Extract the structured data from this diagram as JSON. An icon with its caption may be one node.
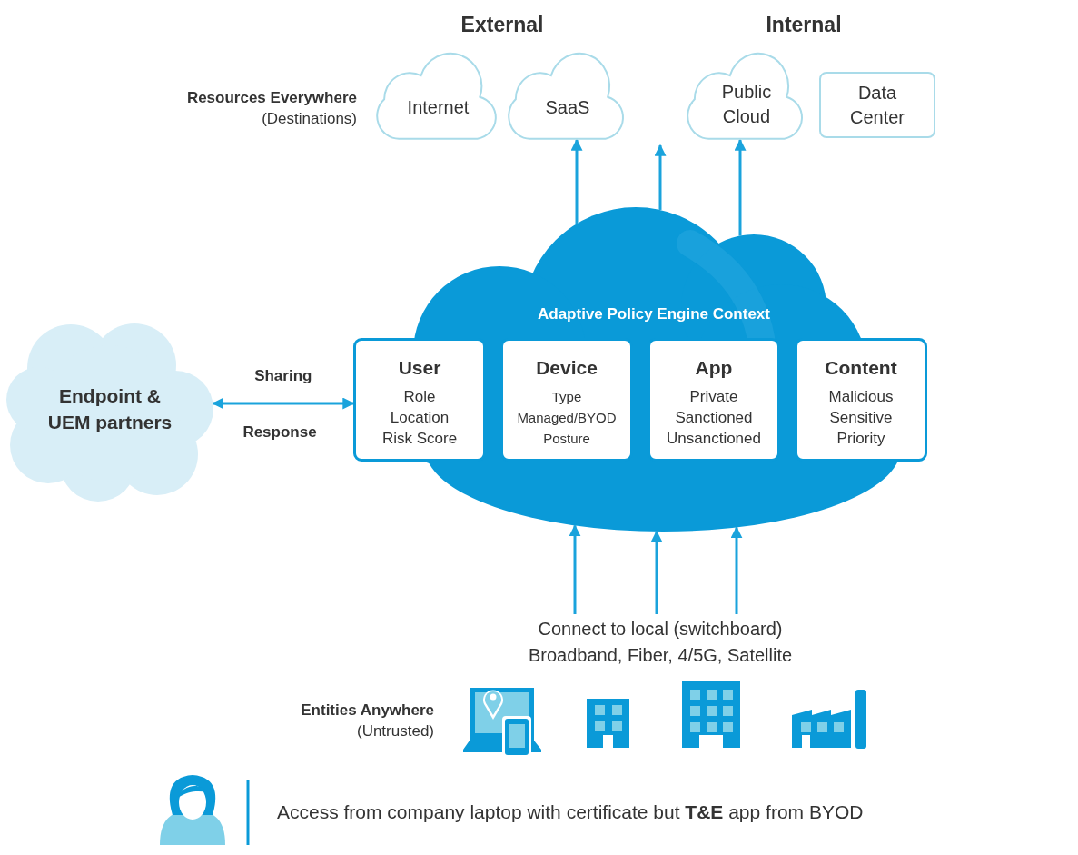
{
  "diagram": {
    "nodes": [
      {
        "text": [
          "Internet"
        ]
      },
      {
        "text": [
          "SaaS"
        ]
      },
      {
        "text": [
          "Public Cloud"
        ]
      },
      {
        "text": [
          "Data Center"
        ]
      },
      {
        "text": [
          "Adaptive Policy Engine Context"
        ]
      },
      {
        "text": [
          "User",
          "Role Location Risk Score"
        ]
      },
      {
        "text": [
          "Device",
          "Type Managed/BYOD Posture"
        ],
        "in": 4
      },
      {
        "text": [
          "App",
          "Private Sanctioned Unsanctioned"
        ],
        "in": 4
      },
      {
        "text": [
          "Content",
          "Malicious Sensitive Priority"
        ]
      },
      {
        "text": [
          "Endpoint & UEM partners"
        ]
      },
      {
        "text": [
          "Connect to local (switchboard)",
          "Broadband, Fiber, 4/5G, Satellite"
        ]
      }
    ],
    "edges": [
      {
        "from": 4,
        "to": 1,
        "arrow": "to"
      },
      {
        "from": 4,
        "to": null,
        "arrow": "to"
      },
      {
        "from": 4,
        "to": 2,
        "arrow": "to"
      },
      {
        "from": 9,
        "to": 5,
        "arrow": "both",
        "label": "Sharing"
      },
      {
        "from": 10,
        "to": 4,
        "arrow": "to"
      },
      {
        "from": 10,
        "to": 4,
        "arrow": "to"
      },
      {
        "from": 10,
        "to": 4,
        "arrow": "to"
      }
    ],
    "labels": [
      "External",
      "Internal",
      "Resources Everywhere",
      "(Destinations)",
      "Response",
      "Entities Anywhere",
      "(Untrusted)",
      "Access from company laptop with certificate but **T&E** app from BYOD"
    ]
  }
}
